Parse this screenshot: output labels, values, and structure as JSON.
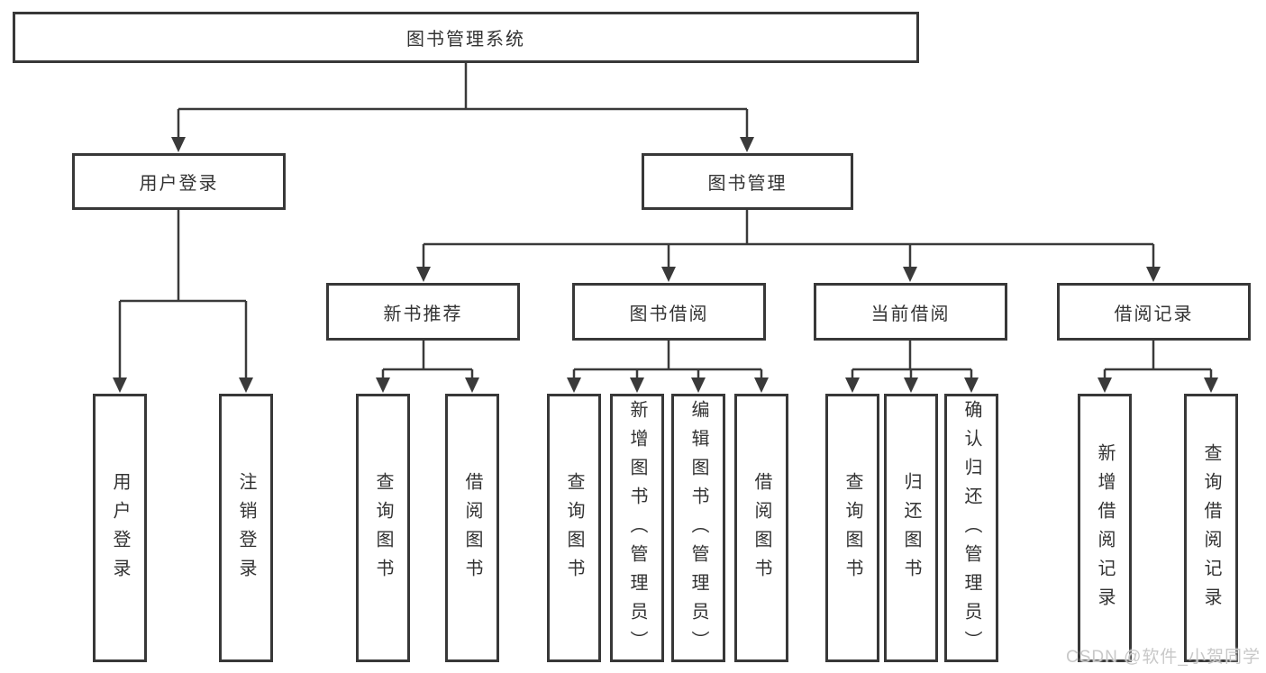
{
  "diagram_title": "图书管理系统",
  "colors": {
    "line": "#3a3a3a",
    "box_border": "#383838",
    "text": "#333333",
    "background": "#ffffff",
    "watermark": "#c8c8c8"
  },
  "root": {
    "label": "图书管理系统"
  },
  "level1": [
    {
      "label": "用户登录"
    },
    {
      "label": "图书管理"
    }
  ],
  "level2": [
    {
      "label": "新书推荐",
      "parent": "图书管理"
    },
    {
      "label": "图书借阅",
      "parent": "图书管理"
    },
    {
      "label": "当前借阅",
      "parent": "图书管理"
    },
    {
      "label": "借阅记录",
      "parent": "图书管理"
    }
  ],
  "leaves": [
    {
      "label": "用户登录",
      "parent": "用户登录"
    },
    {
      "label": "注销登录",
      "parent": "用户登录"
    },
    {
      "label": "查询图书",
      "parent": "新书推荐"
    },
    {
      "label": "借阅图书",
      "parent": "新书推荐"
    },
    {
      "label": "查询图书",
      "parent": "图书借阅"
    },
    {
      "label": "新增图书（管理员）",
      "parent": "图书借阅"
    },
    {
      "label": "编辑图书（管理员）",
      "parent": "图书借阅"
    },
    {
      "label": "借阅图书",
      "parent": "图书借阅"
    },
    {
      "label": "查询图书",
      "parent": "当前借阅"
    },
    {
      "label": "归还图书",
      "parent": "当前借阅"
    },
    {
      "label": "确认归还（管理员）",
      "parent": "当前借阅"
    },
    {
      "label": "新增借阅记录",
      "parent": "借阅记录"
    },
    {
      "label": "查询借阅记录",
      "parent": "借阅记录"
    }
  ],
  "watermark": "CSDN @软件_小贺同学"
}
